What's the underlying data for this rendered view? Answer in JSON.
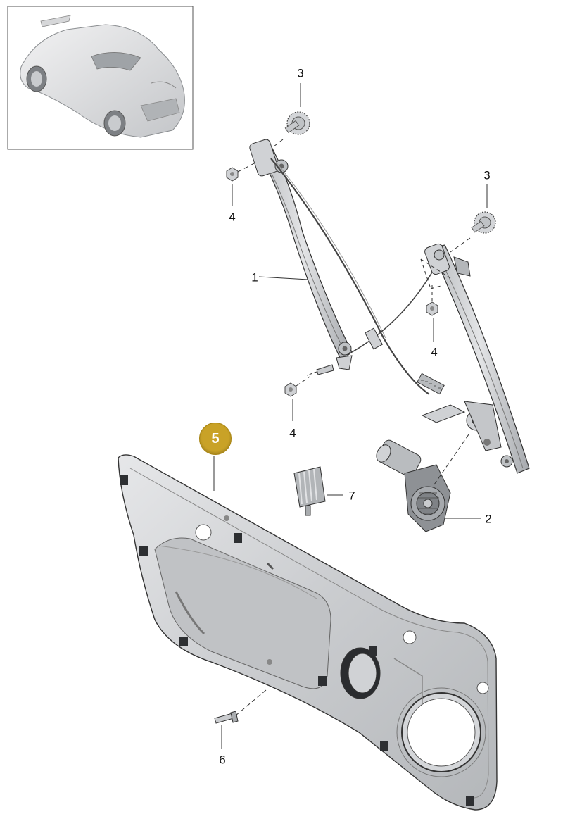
{
  "callouts": {
    "part_1": "1",
    "part_2": "2",
    "part_3_upper": "3",
    "part_3_right": "3",
    "part_4_left": "4",
    "part_4_right": "4",
    "part_4_lower": "4",
    "part_5": "5",
    "part_6": "6",
    "part_7": "7"
  },
  "colors": {
    "highlight_badge": "#c9a227",
    "line_art": "#333333",
    "part_fill": "#d9dadc"
  }
}
